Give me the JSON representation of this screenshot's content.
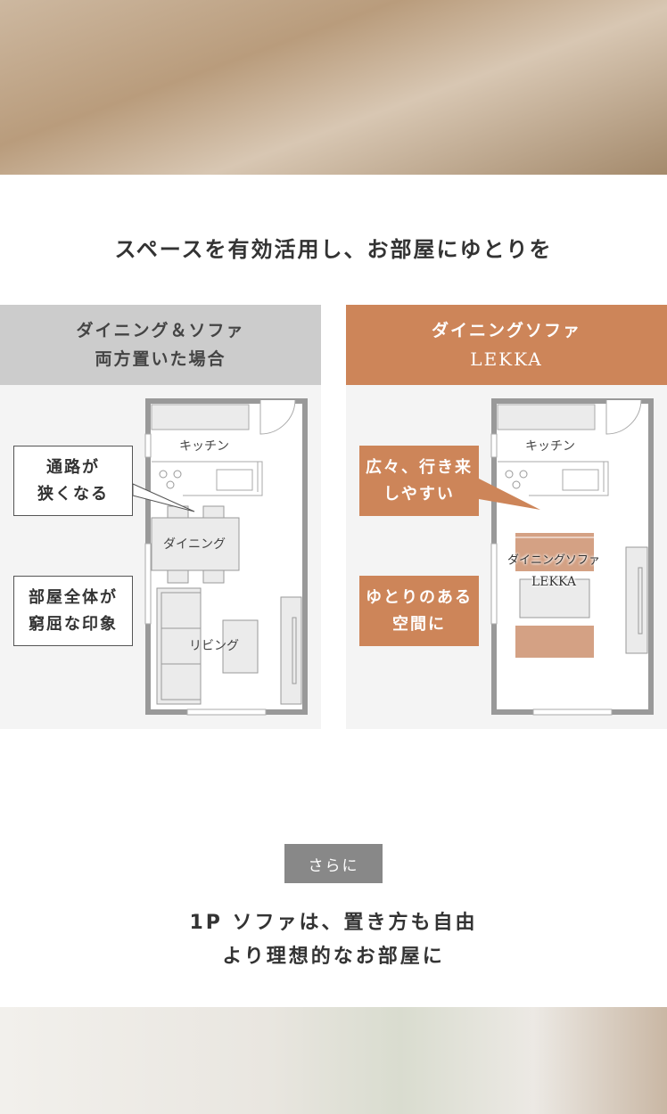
{
  "heading": "スペースを有効活用し、お部屋にゆとりを",
  "left_panel": {
    "title_line1": "ダイニング＆ソファ",
    "title_line2": "両方置いた場合",
    "kitchen": "キッチン",
    "dining": "ダイニング",
    "living": "リビング",
    "callout1_line1": "通路が",
    "callout1_line2": "狭くなる",
    "callout2_line1": "部屋全体が",
    "callout2_line2": "窮屈な印象"
  },
  "right_panel": {
    "title_line1": "ダイニングソファ",
    "title_line2": "LEKKA",
    "kitchen": "キッチン",
    "sofa_label": "ダイニングソファ",
    "sofa_name": "LEKKA",
    "callout1_line1": "広々、行き来",
    "callout1_line2": "しやすい",
    "callout2_line1": "ゆとりのある",
    "callout2_line2": "空間に"
  },
  "colors": {
    "accent": "#cd8559",
    "gray_header": "#cccccc",
    "badge": "#888888"
  },
  "badge": "さらに",
  "sub_line1": "1P ソファは、置き方も自由",
  "sub_line2": "より理想的なお部屋に"
}
